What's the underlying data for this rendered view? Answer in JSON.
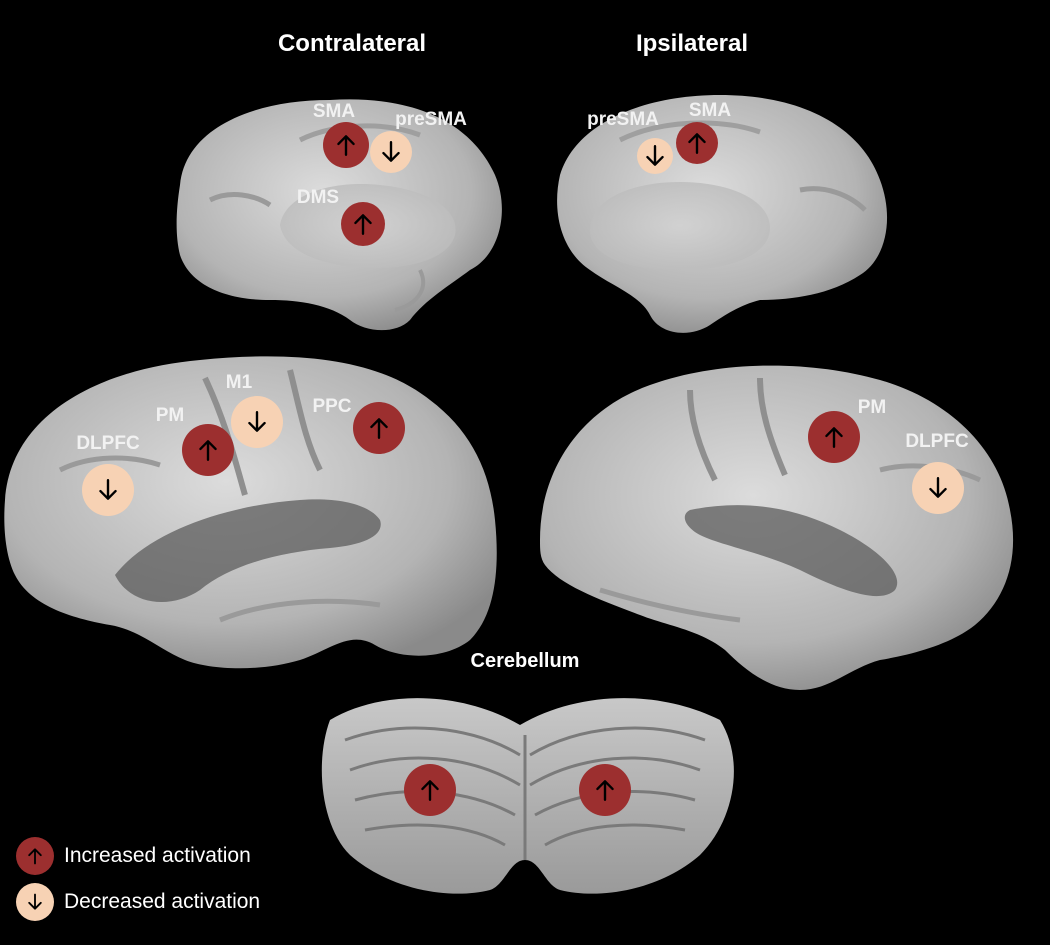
{
  "titles": {
    "contralateral": "Contralateral",
    "ipsilateral": "Ipsilateral",
    "cerebellum": "Cerebellum"
  },
  "colors": {
    "increased": "#9c2f2f",
    "decreased": "#f7d2b4",
    "arrow": "#000000",
    "brain_surface": "#bdbdbd",
    "background": "#000000"
  },
  "regions": {
    "contra_medial": [
      {
        "label": "SMA",
        "direction": "up"
      },
      {
        "label": "preSMA",
        "direction": "down"
      },
      {
        "label": "DMS",
        "direction": "up"
      }
    ],
    "ipsi_medial": [
      {
        "label": "preSMA",
        "direction": "down"
      },
      {
        "label": "SMA",
        "direction": "up"
      }
    ],
    "contra_lateral": [
      {
        "label": "M1",
        "direction": "down"
      },
      {
        "label": "PM",
        "direction": "up"
      },
      {
        "label": "PPC",
        "direction": "up"
      },
      {
        "label": "DLPFC",
        "direction": "down"
      }
    ],
    "ipsi_lateral": [
      {
        "label": "PM",
        "direction": "up"
      },
      {
        "label": "DLPFC",
        "direction": "down"
      }
    ],
    "cerebellum": [
      {
        "label": "",
        "direction": "up"
      },
      {
        "label": "",
        "direction": "up"
      }
    ]
  },
  "legend": {
    "increased_label": "Increased activation",
    "decreased_label": "Decreased activation"
  }
}
